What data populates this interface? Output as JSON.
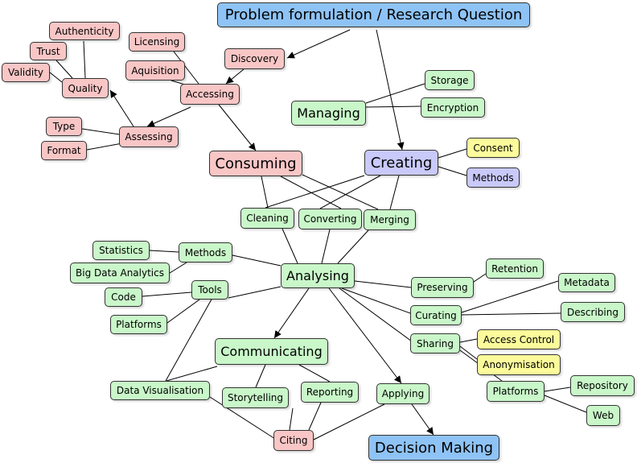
{
  "colors": {
    "red": "#f9c6c6",
    "green": "#c9f7c9",
    "blue": "#8ec3f5",
    "purple": "#c9c9fa",
    "yellow": "#fbfb9b",
    "edge": "#000000"
  },
  "nodes": {
    "problem": "Problem formulation / Research Question",
    "authenticity": "Authenticity",
    "licensing": "Licensing",
    "trust": "Trust",
    "discovery": "Discovery",
    "validity": "Validity",
    "aquisition": "Aquisition",
    "quality": "Quality",
    "accessing": "Accessing",
    "storage": "Storage",
    "encryption": "Encryption",
    "managing": "Managing",
    "type": "Type",
    "assessing": "Assessing",
    "format": "Format",
    "consent": "Consent",
    "consuming": "Consuming",
    "creating": "Creating",
    "methods_creating": "Methods",
    "cleaning": "Cleaning",
    "converting": "Converting",
    "merging": "Merging",
    "statistics": "Statistics",
    "methods_analysing": "Methods",
    "bigdata": "Big Data Analytics",
    "analysing": "Analysing",
    "retention": "Retention",
    "tools": "Tools",
    "code": "Code",
    "preserving": "Preserving",
    "metadata": "Metadata",
    "platforms_tools": "Platforms",
    "curating": "Curating",
    "describing": "Describing",
    "access_control": "Access Control",
    "sharing": "Sharing",
    "communicating": "Communicating",
    "anonymisation": "Anonymisation",
    "data_vis": "Data Visualisation",
    "storytelling": "Storytelling",
    "reporting": "Reporting",
    "applying": "Applying",
    "platforms_sharing": "Platforms",
    "repository": "Repository",
    "web": "Web",
    "citing": "Citing",
    "decision": "Decision Making"
  }
}
